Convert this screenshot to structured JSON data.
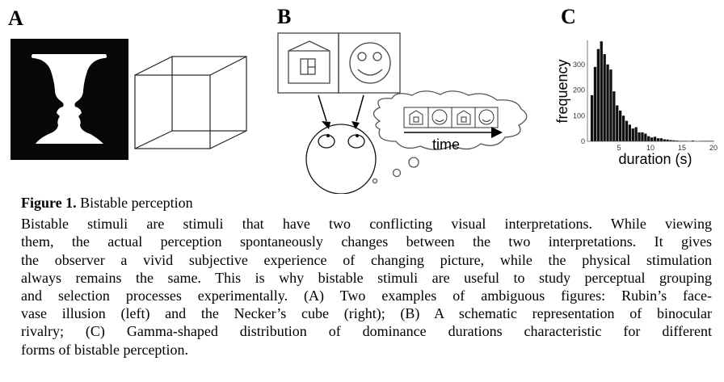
{
  "panels": {
    "a": "A",
    "b": "B",
    "c": "C"
  },
  "diagram_b": {
    "time_label": "time"
  },
  "chart_data": {
    "type": "bar",
    "title": "",
    "xlabel": "duration (s)",
    "ylabel": "frequency",
    "xlim": [
      0,
      20
    ],
    "ylim": [
      0,
      400
    ],
    "xticks": [
      5,
      10,
      15,
      20
    ],
    "yticks": [
      0,
      100,
      200,
      300
    ],
    "bin_width": 0.5,
    "bin_starts": [
      0.5,
      1,
      1.5,
      2,
      2.5,
      3,
      3.5,
      4,
      4.5,
      5,
      5.5,
      6,
      6.5,
      7,
      7.5,
      8,
      8.5,
      9,
      9.5,
      10,
      10.5,
      11,
      11.5,
      12,
      12.5,
      13,
      13.5,
      14,
      14.5,
      15,
      15.5,
      16,
      16.5,
      17,
      17.5,
      18,
      18.5,
      19,
      19.5
    ],
    "values": [
      180,
      290,
      360,
      390,
      340,
      300,
      280,
      195,
      140,
      120,
      100,
      80,
      65,
      50,
      55,
      35,
      35,
      30,
      20,
      15,
      18,
      12,
      12,
      8,
      7,
      5,
      4,
      3,
      2,
      2,
      2,
      1,
      3,
      1,
      1,
      2,
      2,
      2,
      2
    ],
    "grid": false
  },
  "caption": {
    "label": "Figure 1.",
    "title": " Bistable perception",
    "lines": [
      "Bistable stimuli are stimuli that have two conflicting visual interpretations. While viewing",
      "them, the actual perception spontaneously changes between the two interpretations. It gives",
      "the observer a vivid subjective experience of changing picture, while the physical stimulation",
      "always remains the same. This is why bistable stimuli are useful to study perceptual grouping",
      "and selection processes experimentally. (A) Two examples of ambiguous figures: Rubin’s face-",
      "vase illusion (left) and the Necker’s cube (right); (B) A schematic representation of binocular",
      "rivalry; (C) Gamma-shaped distribution of dominance durations characteristic for different",
      "forms of bistable perception."
    ]
  }
}
